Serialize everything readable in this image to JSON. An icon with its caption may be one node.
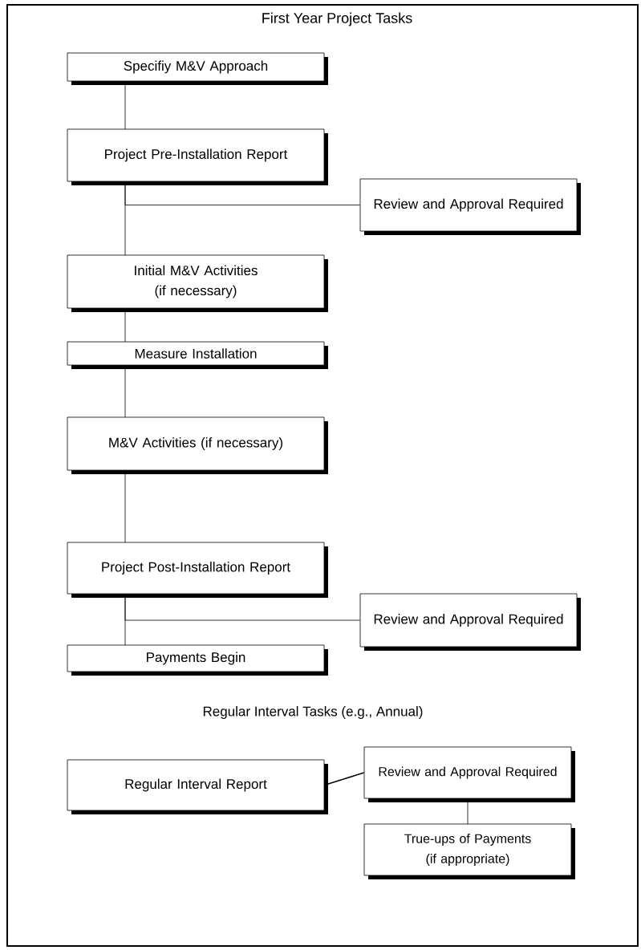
{
  "diagram": {
    "title": "First Year Project Tasks",
    "nodes": [
      {
        "text": [
          "Specifiy M&V Approach"
        ]
      },
      {
        "text": [
          "Project Pre-Installation Report"
        ]
      },
      {
        "text": [
          "Review and Approval Required"
        ]
      },
      {
        "text": [
          "Initial M&V Activities (if necessary)"
        ]
      },
      {
        "text": [
          "Measure Installation"
        ]
      },
      {
        "text": [
          "M&V Activities (if necessary)"
        ]
      },
      {
        "text": [
          "Project Post-Installation Report"
        ]
      },
      {
        "text": [
          "Review and Approval Required"
        ]
      },
      {
        "text": [
          "Payments Begin"
        ]
      },
      {
        "text": [
          "Regular Interval Report"
        ]
      },
      {
        "text": [
          "Review and Approval Required"
        ]
      },
      {
        "text": [
          "True-ups of Payments (if appropriate)"
        ]
      }
    ],
    "edges": [
      {
        "from": 0,
        "to": 1,
        "arrow": "none"
      },
      {
        "from": 1,
        "to": 2,
        "arrow": "none"
      },
      {
        "from": 1,
        "to": 3,
        "arrow": "none"
      },
      {
        "from": 3,
        "to": 4,
        "arrow": "none"
      },
      {
        "from": 4,
        "to": 5,
        "arrow": "none"
      },
      {
        "from": 5,
        "to": 6,
        "arrow": "none"
      },
      {
        "from": 6,
        "to": 7,
        "arrow": "none"
      },
      {
        "from": 6,
        "to": 8,
        "arrow": "none"
      },
      {
        "from": 9,
        "to": 10,
        "arrow": "none"
      },
      {
        "from": 10,
        "to": 11,
        "arrow": "none"
      }
    ],
    "labels": [
      "Regular Interval Tasks (e.g., Annual)"
    ]
  }
}
